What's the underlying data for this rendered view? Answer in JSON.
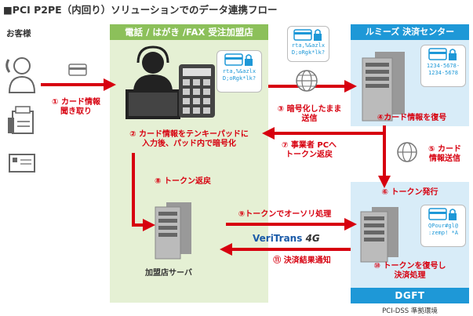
{
  "title": "■PCI P2PE（内回り）ソリューションでのデータ連携フロー",
  "customer_label": "お客様",
  "store_box_label": "電話 / はがき /FAX 受注加盟店",
  "center_box_label": "ルミーズ 決済センター",
  "dgft_label": "DGFT",
  "pci_label": "PCI-DSS 準拠環境",
  "server_label": "加盟店サーバ",
  "veritrans": {
    "name": "VeriTrans",
    "suffix": "4G"
  },
  "bubbles": {
    "agent": [
      "rta,%&azlx",
      "D;oRgk*lk?"
    ],
    "mid": [
      "rta,%&azlx",
      "D;oRgk*lk?"
    ],
    "center": [
      "1234-5678-",
      "1234-5678"
    ],
    "dgft": [
      "QPour#gl@",
      ":zemp! *A"
    ]
  },
  "steps": {
    "s1": [
      "① カード情報",
      "聞き取り"
    ],
    "s2": [
      "② カード情報をテンキーパッドに",
      "入力後、パッド内で暗号化"
    ],
    "s3": [
      "③ 暗号化したまま",
      "送信"
    ],
    "s4": "④カード情報を復号",
    "s5": [
      "⑤ カード",
      "情報送信"
    ],
    "s6": "⑥ トークン発行",
    "s7": [
      "⑦ 事業者 PCへ",
      "トークン返戻"
    ],
    "s8": "⑧ トークン返戻",
    "s9": "⑨トークンでオーソリ処理",
    "s10": [
      "⑩ トークンを復号し",
      "決済処理"
    ],
    "s11": "⑪ 決済結果通知"
  },
  "colors": {
    "arrow": "#d7000f",
    "green_head": "#8cc05a",
    "green_bg": "#e5f0d4",
    "blue_head": "#1e98d7",
    "blue_bg": "#d8ecf8"
  }
}
